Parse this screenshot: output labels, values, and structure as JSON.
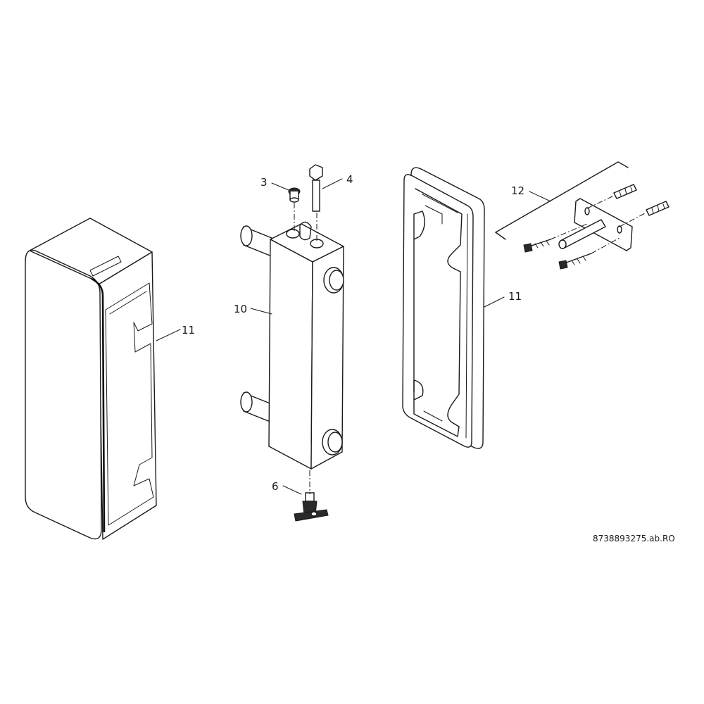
{
  "callouts": {
    "insulation_left": "11",
    "insulation_right": "11",
    "separator_body": "10",
    "vent_cap": "3",
    "sensor_well": "4",
    "drain_valve": "6",
    "wall_mount_kit": "12"
  },
  "drawing_code": "8738893275.ab.RO"
}
